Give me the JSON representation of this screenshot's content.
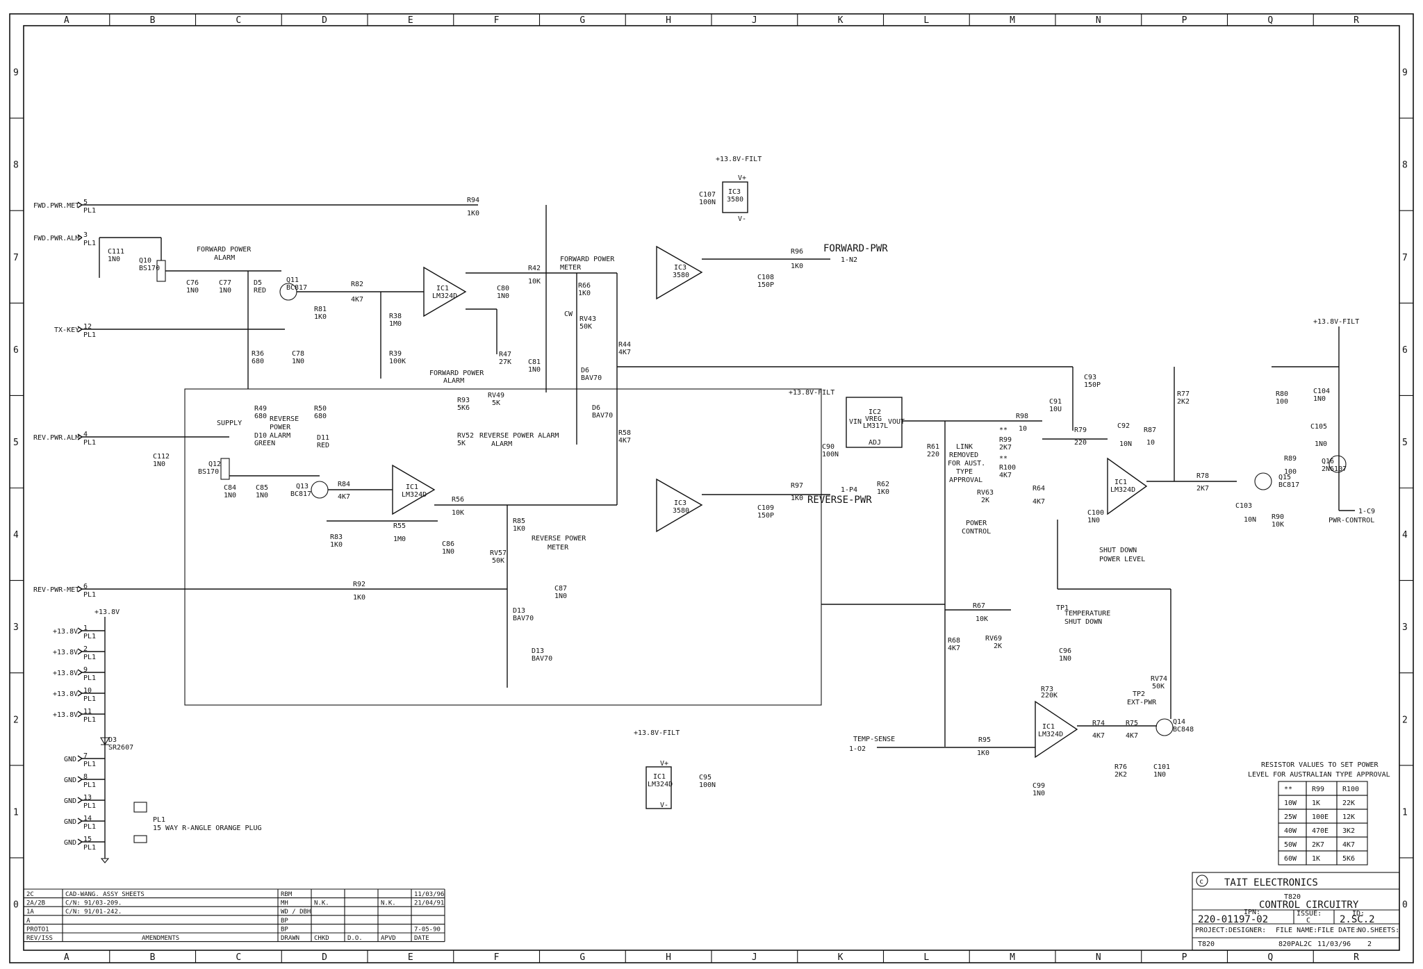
{
  "grid": {
    "cols": [
      "A",
      "B",
      "C",
      "D",
      "E",
      "F",
      "G",
      "H",
      "J",
      "K",
      "L",
      "M",
      "N",
      "P",
      "Q",
      "R"
    ],
    "rows": [
      "9",
      "8",
      "7",
      "6",
      "5",
      "4",
      "3",
      "2",
      "1",
      "0"
    ]
  },
  "connectors": {
    "fwd_pwr_met": "FWD.PWR.MET",
    "fwd_pwr_met_pin": "5",
    "fwd_pwr_alm": "FWD.PWR.ALM",
    "fwd_pwr_alm_pin": "3",
    "tx_key": "TX-KEY",
    "tx_key_pin": "12",
    "rev_pwr_alm": "REV.PWR.ALM",
    "rev_pwr_alm_pin": "4",
    "rev_pwr_met": "REV-PWR-MET",
    "rev_pwr_met_pin": "6",
    "pl1": "PL1",
    "supply_pins": [
      {
        "label": "+13.8V",
        "pin": "1"
      },
      {
        "label": "+13.8V",
        "pin": "2"
      },
      {
        "label": "+13.8V",
        "pin": "9"
      },
      {
        "label": "+13.8V",
        "pin": "10"
      },
      {
        "label": "+13.8V",
        "pin": "11"
      }
    ],
    "gnd_pins": [
      {
        "label": "GND",
        "pin": "7"
      },
      {
        "label": "GND",
        "pin": "8"
      },
      {
        "label": "GND",
        "pin": "13"
      },
      {
        "label": "GND",
        "pin": "14"
      },
      {
        "label": "GND",
        "pin": "15"
      }
    ],
    "forward_pwr": "FORWARD-PWR",
    "forward_pwr_pin": "1-N2",
    "reverse_pwr": "REVERSE-PWR",
    "reverse_pwr_pin": "1-P4",
    "pwr_control": "PWR-CONTROL",
    "pwr_control_pin": "1-C9",
    "temp_sense": "TEMP-SENSE",
    "temp_sense_pin": "1-O2"
  },
  "rails": {
    "filt": "+13.8V-FILT",
    "main": "+13.8V"
  },
  "components": {
    "R94": [
      "R94",
      "1K0"
    ],
    "R96": [
      "R96",
      "1K0"
    ],
    "R97": [
      "R97",
      "1K0"
    ],
    "R42": [
      "R42",
      "10K"
    ],
    "R66": [
      "R66",
      "1K0"
    ],
    "R82": [
      "R82",
      "4K7"
    ],
    "R81": [
      "R81",
      "1K0"
    ],
    "R38": [
      "R38",
      "1M0"
    ],
    "R39": [
      "R39",
      "100K"
    ],
    "R36": [
      "R36",
      "680"
    ],
    "R47": [
      "R47",
      "27K"
    ],
    "R44": [
      "R44",
      "4K7"
    ],
    "R49": [
      "R49",
      "680"
    ],
    "R50": [
      "R50",
      "680"
    ],
    "R93": [
      "R93",
      "5K6"
    ],
    "R58": [
      "R58",
      "4K7"
    ],
    "R84": [
      "R84",
      "4K7"
    ],
    "R83": [
      "R83",
      "1K0"
    ],
    "R55": [
      "R55",
      "1M0"
    ],
    "R56": [
      "R56",
      "10K"
    ],
    "R85": [
      "R85",
      "1K0"
    ],
    "R92": [
      "R92",
      "1K0"
    ],
    "R61": [
      "R61",
      "220"
    ],
    "R62": [
      "R62",
      "1K0"
    ],
    "R98": [
      "R98",
      "10"
    ],
    "R99": [
      "R99",
      "2K7"
    ],
    "R100": [
      "R100",
      "4K7"
    ],
    "R64": [
      "R64",
      "4K7"
    ],
    "R79": [
      "R79",
      "220"
    ],
    "R87": [
      "R87",
      "10"
    ],
    "R77": [
      "R77",
      "2K2"
    ],
    "R80": [
      "R80",
      "100"
    ],
    "R89": [
      "R89",
      "100"
    ],
    "R78": [
      "R78",
      "2K7"
    ],
    "R90": [
      "R90",
      "10K"
    ],
    "R67": [
      "R67",
      "10K"
    ],
    "R68": [
      "R68",
      "4K7"
    ],
    "R73": [
      "R73",
      "220K"
    ],
    "R95": [
      "R95",
      "1K0"
    ],
    "R74": [
      "R74",
      "4K7"
    ],
    "R75": [
      "R75",
      "4K7"
    ],
    "R76": [
      "R76",
      "2K2"
    ],
    "C111": [
      "C111",
      "1N0"
    ],
    "C76": [
      "C76",
      "1N0"
    ],
    "C77": [
      "C77",
      "1N0"
    ],
    "C78": [
      "C78",
      "1N0"
    ],
    "C80": [
      "C80",
      "1N0"
    ],
    "C81": [
      "C81",
      "1N0"
    ],
    "C107": [
      "C107",
      "100N"
    ],
    "C108": [
      "C108",
      "150P"
    ],
    "C109": [
      "C109",
      "150P"
    ],
    "C112": [
      "C112",
      "1N0"
    ],
    "C84": [
      "C84",
      "1N0"
    ],
    "C85": [
      "C85",
      "1N0"
    ],
    "C86": [
      "C86",
      "1N0"
    ],
    "C87": [
      "C87",
      "1N0"
    ],
    "C90": [
      "C90",
      "100N"
    ],
    "C91": [
      "C91",
      "10U"
    ],
    "C93": [
      "C93",
      "150P"
    ],
    "C92": [
      "C92",
      "10N"
    ],
    "C104": [
      "C104",
      "1N0"
    ],
    "C105": [
      "C105",
      "1N0"
    ],
    "C103": [
      "C103",
      "10N"
    ],
    "C100": [
      "C100",
      "1N0"
    ],
    "C96": [
      "C96",
      "1N0"
    ],
    "C99": [
      "C99",
      "1N0"
    ],
    "C101": [
      "C101",
      "1N0"
    ],
    "C95": [
      "C95",
      "100N"
    ],
    "RV43": [
      "RV43",
      "50K"
    ],
    "RV49": [
      "RV49",
      "5K"
    ],
    "RV52": [
      "RV52",
      "5K"
    ],
    "RV57": [
      "RV57",
      "50K"
    ],
    "RV63": [
      "RV63",
      "2K"
    ],
    "RV69": [
      "RV69",
      "2K"
    ],
    "RV74": [
      "RV74",
      "50K"
    ],
    "Q10": [
      "Q10",
      "BS170"
    ],
    "Q11": [
      "Q11",
      "BC817"
    ],
    "Q12": [
      "Q12",
      "BS170"
    ],
    "Q13": [
      "Q13",
      "BC817"
    ],
    "Q15": [
      "Q15",
      "BC817"
    ],
    "Q16": [
      "Q16",
      "2N6107"
    ],
    "Q14": [
      "Q14",
      "BC848"
    ],
    "D5": [
      "D5",
      "RED"
    ],
    "D10": [
      "D10",
      "GREEN"
    ],
    "D11": [
      "D11",
      "RED"
    ],
    "D6a": [
      "D6",
      "BAV70"
    ],
    "D6b": [
      "D6",
      "BAV70"
    ],
    "D13a": [
      "D13",
      "BAV70"
    ],
    "D13b": [
      "D13",
      "BAV70"
    ],
    "D3": [
      "D3",
      "SR2607"
    ],
    "IC3": [
      "IC3",
      "3580"
    ],
    "IC1": [
      "IC1",
      "LM324D"
    ],
    "IC2": [
      "IC2",
      "VREG"
    ],
    "IC2b": [
      "LM317L",
      ""
    ]
  },
  "annotations": {
    "fwd_alarm": [
      "FORWARD POWER",
      "ALARM"
    ],
    "fwd_meter": [
      "FORWARD POWER",
      "METER"
    ],
    "fwd_alarm2": [
      "FORWARD POWER",
      "ALARM"
    ],
    "rev_alarm": [
      "REVERSE",
      "POWER",
      "ALARM"
    ],
    "supply": "SUPPLY",
    "rev_alarm2": "REVERSE POWER ALARM",
    "rev_meter": [
      "REVERSE POWER",
      "METER"
    ],
    "link": [
      "LINK",
      "REMOVED",
      "FOR AUST.",
      "TYPE",
      "APPROVAL"
    ],
    "power_control": [
      "POWER",
      "CONTROL"
    ],
    "shut_down": [
      "SHUT DOWN",
      "POWER LEVEL"
    ],
    "temp_shut": [
      "TEMPERATURE",
      "SHUT DOWN"
    ],
    "tp1": "TP1",
    "tp2": "TP2",
    "ext_pwr": "EXT-PWR",
    "plug": [
      "PL1",
      "15 WAY R-ANGLE ORANGE PLUG"
    ],
    "star": "**",
    "cw": "CW",
    "vin": "VIN",
    "vout": "VOUT",
    "adj": "ADJ",
    "vplus": "V+",
    "vminus": "V-"
  },
  "resistor_table": {
    "title": [
      "RESISTOR VALUES TO SET POWER",
      "LEVEL FOR AUSTRALIAN TYPE APPROVAL"
    ],
    "headers": [
      "**",
      "R99",
      "R100"
    ],
    "rows": [
      [
        "10W",
        "1K",
        "22K"
      ],
      [
        "25W",
        "100E",
        "12K"
      ],
      [
        "40W",
        "470E",
        "3K2"
      ],
      [
        "50W",
        "2K7",
        "4K7"
      ],
      [
        "60W",
        "1K",
        "5K6"
      ]
    ]
  },
  "title_block": {
    "company": "TAIT ELECTRONICS",
    "title1": "T820",
    "title2": "CONTROL CIRCUITRY",
    "ipn_label": "IPN:",
    "ipn": "220-01197-02",
    "issue_label": "ISSUE:",
    "issue": "C",
    "id_label": "ID:",
    "id": "2.SC.2",
    "project_label": "PROJECT:",
    "project": "T820",
    "designer_label": "DESIGNER:",
    "filename_label": "FILE NAME:",
    "filename": "820PAL2C",
    "filedate_label": "FILE DATE:",
    "filedate": "11/03/96",
    "nosheets_label": "NO.SHEETS:",
    "nosheets": "2"
  },
  "amendments": {
    "rows": [
      [
        "2C",
        "CAD-WANG. ASSY SHEETS",
        "RBM",
        "",
        "",
        "",
        "11/03/96"
      ],
      [
        "2A/2B",
        "C/N: 91/03-209.",
        "MH",
        "N.K.",
        "",
        "N.K.",
        "21/04/91"
      ],
      [
        "1A",
        "C/N: 91/01-242.",
        "WD / DBH",
        "",
        "",
        "",
        ""
      ],
      [
        "A",
        "",
        "BP",
        "",
        "",
        "",
        ""
      ],
      [
        "PROTO1",
        "",
        "BP",
        "",
        "",
        "",
        "7-05-90"
      ]
    ],
    "headers": [
      "REV/ISS",
      "AMENDMENTS",
      "DRAWN",
      "CHKD",
      "D.O.",
      "APVD",
      "DATE"
    ]
  }
}
